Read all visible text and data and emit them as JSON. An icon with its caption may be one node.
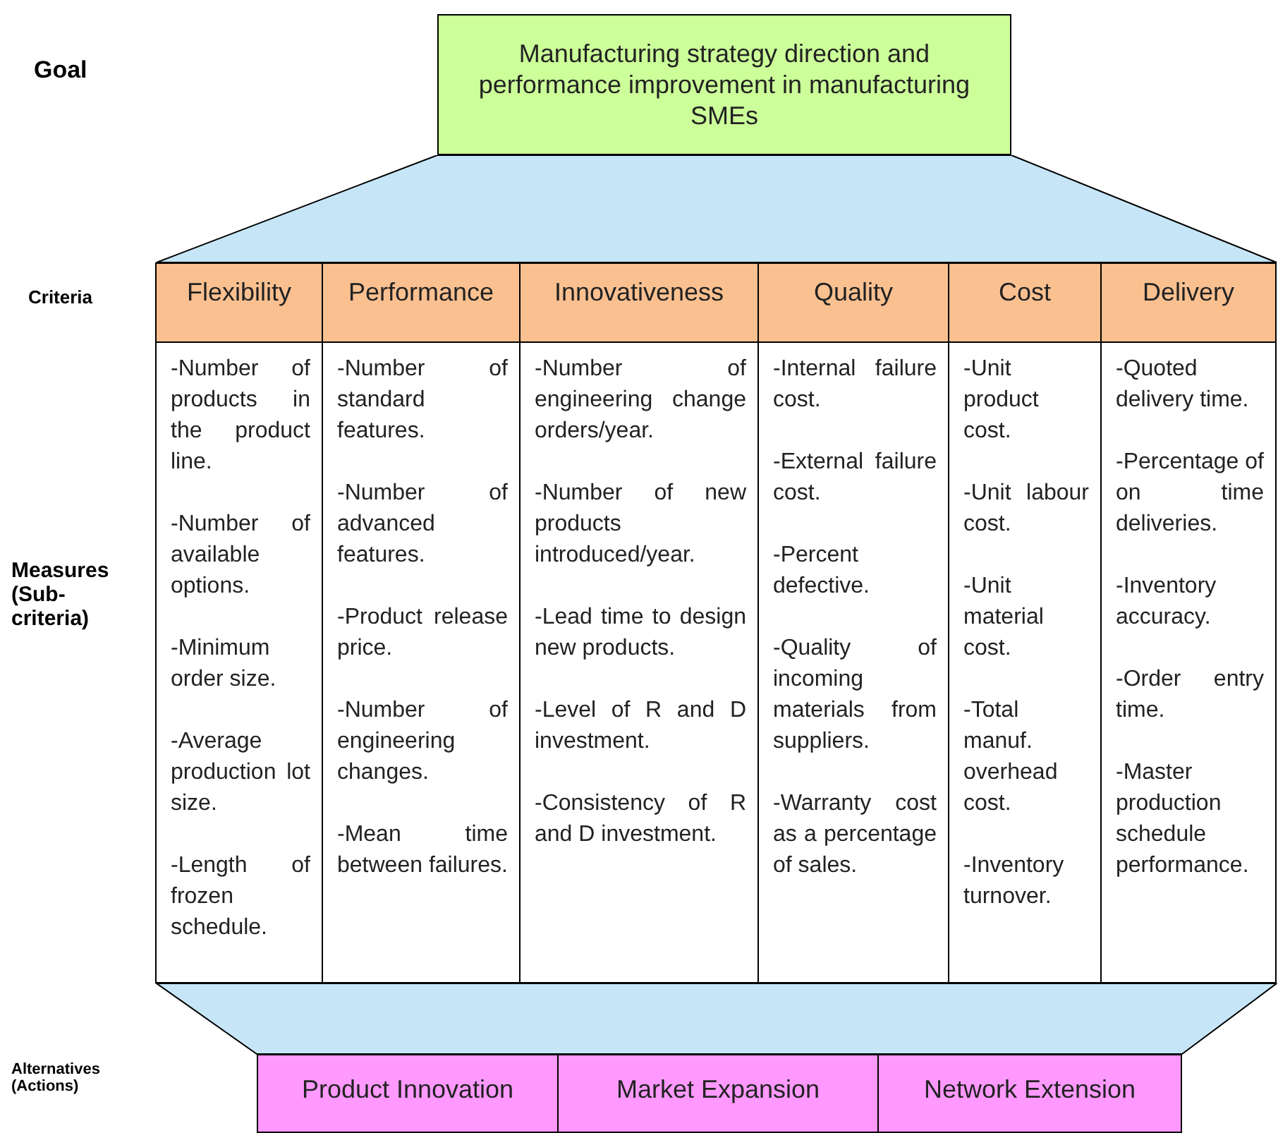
{
  "diagram": {
    "nodes": [
      {
        "text": [
          "Manufacturing strategy direction and performance improvement in manufacturing SMEs"
        ]
      },
      {
        "text": [],
        "shape": "trapezoid"
      },
      {
        "text": [
          "Flexibility",
          "-Number of products in the product line.",
          "-Number of available options.",
          "-Minimum order size.",
          "-Average production lot size.",
          "-Length of frozen schedule."
        ]
      },
      {
        "text": [
          "Performance",
          "-Number of standard features.",
          "-Number of advanced features.",
          "-Product release price.",
          "-Number of engineering changes.",
          "-Mean time between failures."
        ]
      },
      {
        "text": [
          "Innovativeness",
          "-Number of engineering change orders/year.",
          "-Number of new products introduced/year.",
          "-Lead time to design new products.",
          "-Level of R and D investment.",
          "-Consistency of R and D investment."
        ]
      },
      {
        "text": [
          "Quality",
          "-Internal failure cost.",
          "-External failure cost.",
          "-Percent defective.",
          "-Quality of incoming materials from suppliers.",
          "-Warranty cost as a percentage of sales."
        ]
      },
      {
        "text": [
          "Cost",
          "-Unit product cost.",
          "-Unit labour cost.",
          "-Unit material cost.",
          "-Total manuf. overhead cost.",
          "-Inventory turnover."
        ]
      },
      {
        "text": [
          "Delivery",
          "-Quoted delivery time.",
          "-Percentage of on time deliveries.",
          "-Inventory accuracy.",
          "-Order entry time.",
          "-Master production schedule performance."
        ]
      },
      {
        "text": [],
        "shape": "trapezoid"
      },
      {
        "text": [
          "Product Innovation"
        ]
      },
      {
        "text": [
          "Market Expansion"
        ]
      },
      {
        "text": [
          "Network Extension"
        ]
      }
    ],
    "labels": [
      "Goal",
      "Criteria",
      "Measures (Sub-criteria)",
      "Alternatives (Actions)"
    ]
  }
}
